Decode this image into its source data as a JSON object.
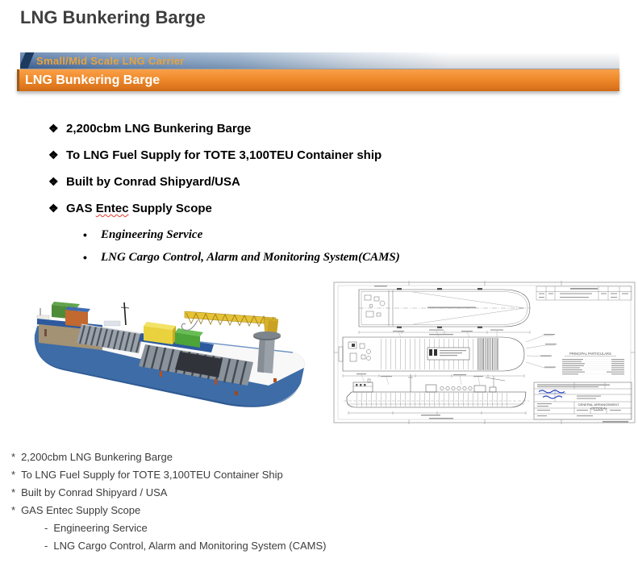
{
  "page": {
    "title": "LNG Bunkering Barge",
    "background": "#FFFFFF"
  },
  "banner": {
    "tab": {
      "label": "Small/Mid Scale LNG Carrier",
      "text_color": "#E7A33C",
      "gradient_left": "#1D3A5F",
      "gradient_mid": "#6D8FBA",
      "gradient_right": "#FFFFFF"
    },
    "bar": {
      "label": "LNG Bunkering Barge",
      "text_color": "#FFFFFF",
      "gradient_top": "#F9A049",
      "gradient_bottom": "#D06A15"
    }
  },
  "bullet_list": {
    "marker": "❖",
    "items": [
      {
        "text": "2,200cbm LNG Bunkering Barge"
      },
      {
        "text": "To LNG Fuel Supply for TOTE 3,100TEU Container ship"
      },
      {
        "text": "Built by Conrad Shipyard/USA"
      },
      {
        "text_prefix": "GAS ",
        "text_spellcheck": "Entec",
        "text_suffix": " Supply Scope"
      }
    ],
    "spellcheck_underline_color": "#E03C31",
    "sub_marker": "•",
    "sub_items": [
      "Engineering Service",
      "LNG Cargo Control, Alarm and Monitoring System(CAMS)"
    ]
  },
  "figures": {
    "barge_render": {
      "hull_color": "#3D6CA7",
      "deck_color": "#F8F8F8",
      "tank_color": "#8A929B",
      "crane_color": "#E6C235",
      "house_color": "#A39274"
    },
    "ga_drawing": {
      "principal_particulars_label": "PRINCIPAL PARTICULARS",
      "title_line1": "GENERAL ARRANGEMENT",
      "title_line2": "(OPTION A)"
    }
  },
  "footnotes": {
    "items": [
      {
        "marker": "*",
        "text": "2,200cbm LNG Bunkering Barge"
      },
      {
        "marker": "*",
        "text": "To LNG Fuel Supply for TOTE 3,100TEU Container Ship"
      },
      {
        "marker": "*",
        "text": "Built by Conrad Shipyard / USA"
      },
      {
        "marker": "*",
        "text": "GAS Entec Supply Scope"
      },
      {
        "marker": "-",
        "text": "Engineering Service"
      },
      {
        "marker": "-",
        "text": "LNG Cargo Control, Alarm and Monitoring System (CAMS)"
      }
    ]
  }
}
